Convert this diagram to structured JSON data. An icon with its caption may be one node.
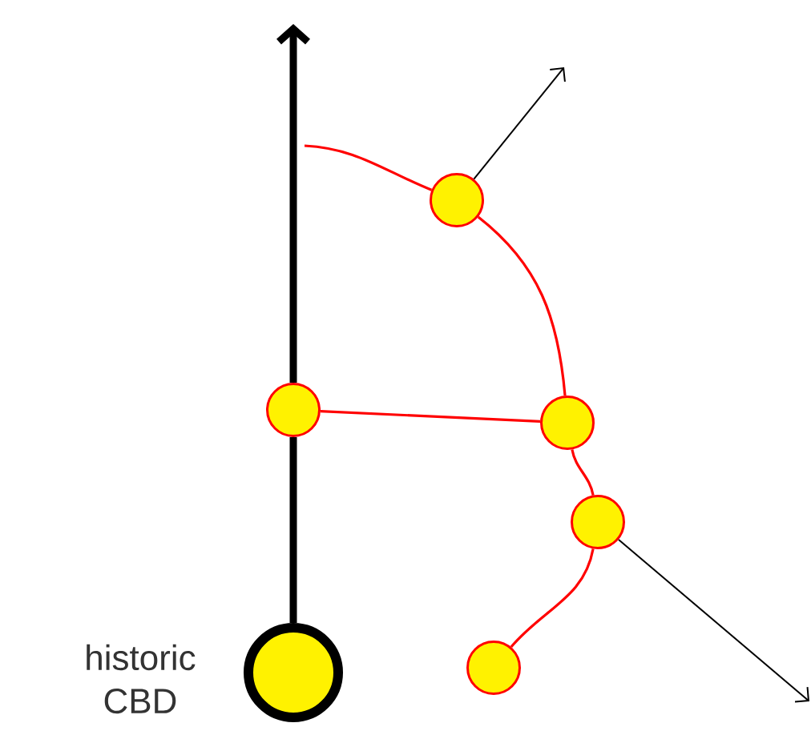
{
  "diagram": {
    "nodes": [
      {
        "text": [],
        "shape": "circle"
      },
      {
        "text": [],
        "shape": "circle"
      },
      {
        "text": [],
        "shape": "circle"
      },
      {
        "text": [],
        "shape": "circle"
      },
      {
        "text": [],
        "shape": "circle",
        "beside": [
          "historic CBD"
        ]
      },
      {
        "text": [],
        "shape": "circle"
      }
    ],
    "edges": [
      {
        "from": 4,
        "to": 1,
        "arrow": "none",
        "style": "thick",
        "color": "#000000"
      },
      {
        "from": 1,
        "to": null,
        "arrow": "to",
        "style": "thick",
        "color": "#000000"
      },
      {
        "from": null,
        "to": 0,
        "arrow": "none"
      },
      {
        "from": 0,
        "to": 2,
        "arrow": "none"
      },
      {
        "from": 2,
        "to": 3,
        "arrow": "none"
      },
      {
        "from": 3,
        "to": 5,
        "arrow": "none"
      },
      {
        "from": 1,
        "to": 2,
        "arrow": "none"
      },
      {
        "from": 0,
        "to": null,
        "arrow": "to",
        "color": "#000000"
      },
      {
        "from": 3,
        "to": null,
        "arrow": "to",
        "color": "#000000"
      }
    ]
  }
}
